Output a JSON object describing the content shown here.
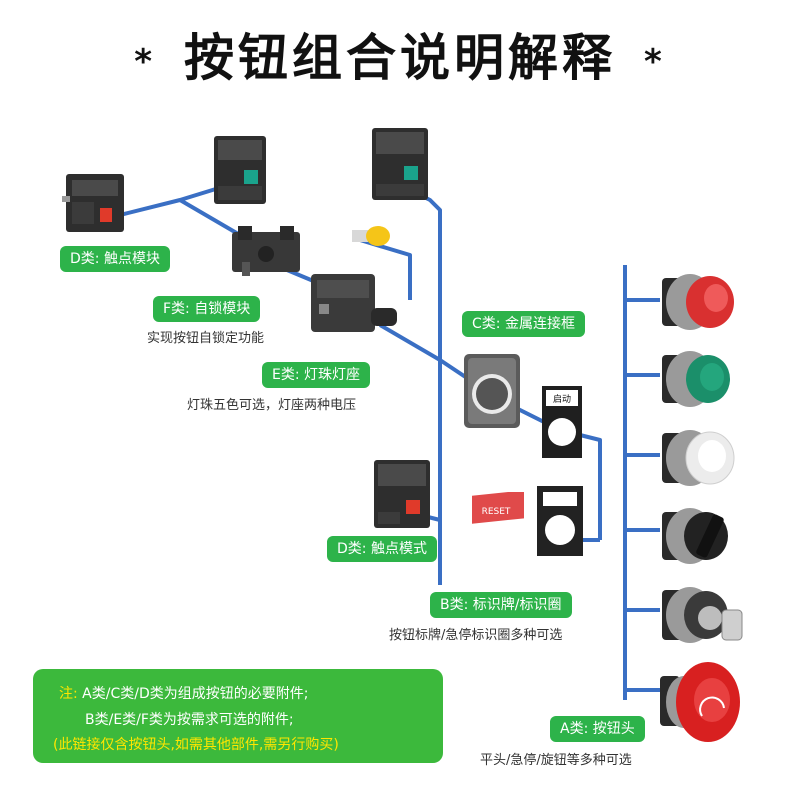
{
  "title": {
    "star_left": "*",
    "text": "按钮组合说明解释",
    "star_right": "*"
  },
  "colors": {
    "accent_green": "#2db34a",
    "line_blue": "#3a6fc4",
    "note_yellow": "#ffe600"
  },
  "labels": {
    "d_top": "D类: 触点模块",
    "f": "F类: 自锁模块",
    "f_sub": "实现按钮自锁定功能",
    "e": "E类: 灯珠灯座",
    "e_sub": "灯珠五色可选，灯座两种电压",
    "c": "C类: 金属连接框",
    "d_bottom": "D类: 触点模式",
    "b": "B类: 标识牌/标识圈",
    "b_sub": "按钮标牌/急停标识圈多种可选",
    "a": "A类: 按钮头",
    "a_sub": "平头/急停/旋钮等多种可选"
  },
  "plates": {
    "start_text": "启动",
    "reset_text": "RESET"
  },
  "note": {
    "line1_prefix": "注:",
    "line1": " A类/C类/D类为组成按钮的必要附件;",
    "line2": "B类/E类/F类为按需求可选的附件;",
    "line3": "(此链接仅含按钮头,如需其他部件,需另行购买)"
  },
  "button_heads": [
    {
      "kind": "red-flush",
      "icon": "red-button-head-icon"
    },
    {
      "kind": "green-flush",
      "icon": "green-button-head-icon"
    },
    {
      "kind": "white-illuminated",
      "icon": "white-button-head-icon"
    },
    {
      "kind": "selector-knob",
      "icon": "selector-switch-icon"
    },
    {
      "kind": "key-switch",
      "icon": "key-switch-icon"
    },
    {
      "kind": "emergency-stop",
      "icon": "emergency-stop-icon"
    }
  ]
}
